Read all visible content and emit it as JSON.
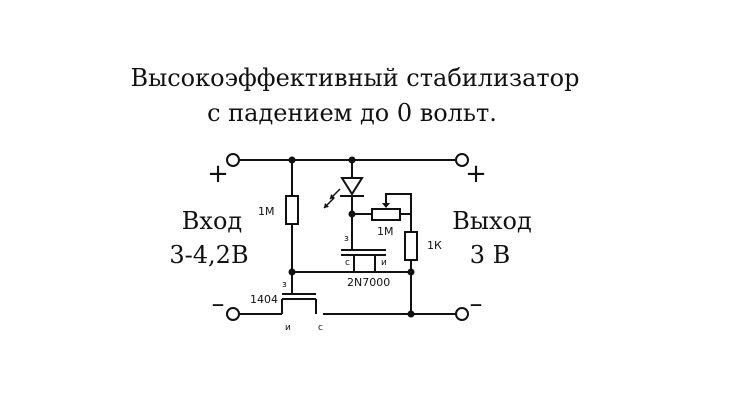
{
  "title": {
    "line1": "Высокоэффективный стабилизатор",
    "line2": "с падением до 0 вольт."
  },
  "input": {
    "label": "Вход",
    "value": "3-4,2В",
    "plus": "+",
    "minus": "–"
  },
  "output": {
    "label": "Выход",
    "value": "3 В",
    "plus": "+",
    "minus": "–"
  },
  "components": {
    "r_gate": "1М",
    "r_trim": "1М",
    "r_load": "1К",
    "q_main": "1404",
    "q_ctrl": "2N7000"
  },
  "pins": {
    "q_ctrl_gate": "з",
    "q_ctrl_drain": "с",
    "q_ctrl_source": "и",
    "q_main_gate": "з",
    "q_main_source": "и",
    "q_main_drain": "с"
  }
}
